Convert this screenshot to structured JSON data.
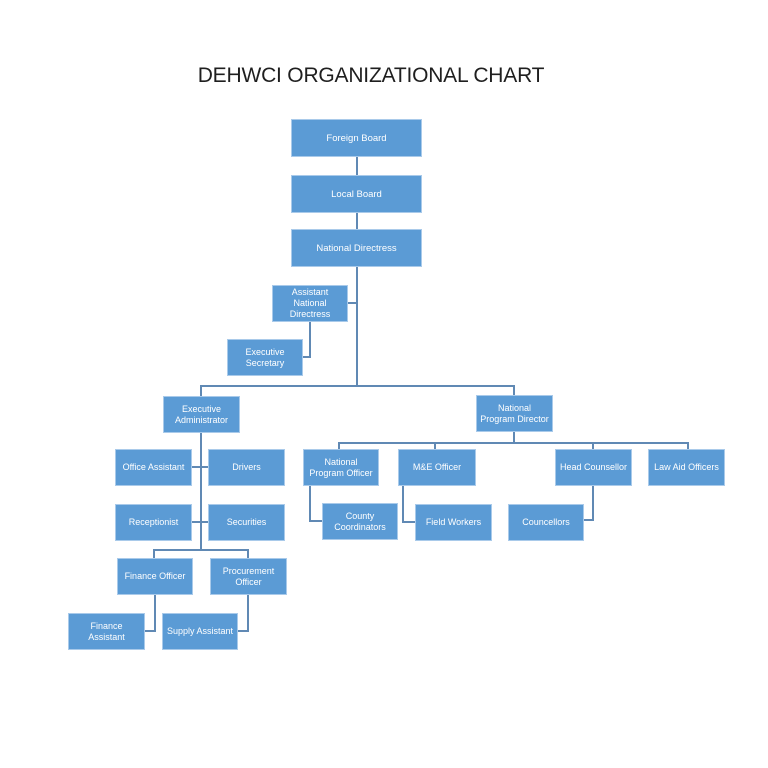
{
  "title": "DEHWCI ORGANIZATIONAL CHART",
  "colors": {
    "node_fill": "#5B9BD5",
    "node_border": "#a9caea",
    "node_text": "#ffffff",
    "connector": "#6089b4",
    "title_text": "#1f1f1f",
    "background": "#ffffff"
  },
  "nodes": {
    "foreign_board": {
      "label": "Foreign Board"
    },
    "local_board": {
      "label": "Local Board"
    },
    "national_directress": {
      "label": "National Directress"
    },
    "assistant_national_directress": {
      "label": "Assistant National Directress"
    },
    "executive_secretary": {
      "label": "Executive Secretary"
    },
    "executive_administrator": {
      "label": "Executive Administrator"
    },
    "national_program_director": {
      "label": "National Program Director"
    },
    "office_assistant": {
      "label": "Office Assistant"
    },
    "drivers": {
      "label": "Drivers"
    },
    "national_program_officer": {
      "label": "National Program Officer"
    },
    "me_officer": {
      "label": "M&E Officer"
    },
    "head_counsellor": {
      "label": "Head Counsellor"
    },
    "law_aid_officers": {
      "label": "Law Aid Officers"
    },
    "receptionist": {
      "label": "Receptionist"
    },
    "securities": {
      "label": "Securities"
    },
    "county_coordinators": {
      "label": "County Coordinators"
    },
    "field_workers": {
      "label": "Field Workers"
    },
    "councellors": {
      "label": "Councellors"
    },
    "finance_officer": {
      "label": "Finance Officer"
    },
    "procurement_officer": {
      "label": "Procurement Officer"
    },
    "finance_assistant": {
      "label": "Finance Assistant"
    },
    "supply_assistant": {
      "label": "Supply Assistant"
    }
  }
}
